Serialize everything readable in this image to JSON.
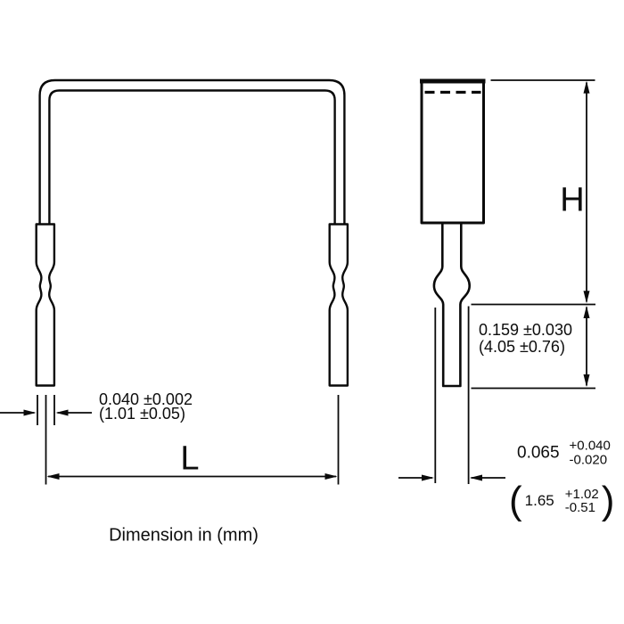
{
  "colors": {
    "line": "#0a0a0a",
    "background": "#ffffff"
  },
  "caption": "Dimension in (mm)",
  "front_view": {
    "title": "front-view-of-u-formed-element",
    "length_label": "L",
    "lead_width": {
      "inch": "0.040 ±0.002",
      "mm": "(1.01 ±0.05)"
    }
  },
  "side_view": {
    "title": "side-view-of-element",
    "height_label": "H",
    "lead_exposed": {
      "inch": "0.159 ±0.030",
      "mm": "(4.05 ±0.76)"
    },
    "lead_thickness": {
      "inch": {
        "value": "0.065",
        "plus": "+0.040",
        "minus": "-0.020"
      },
      "mm": {
        "value": "1.65",
        "plus": "+1.02",
        "minus": "-0.51",
        "open": "(",
        "close": ")"
      }
    }
  }
}
